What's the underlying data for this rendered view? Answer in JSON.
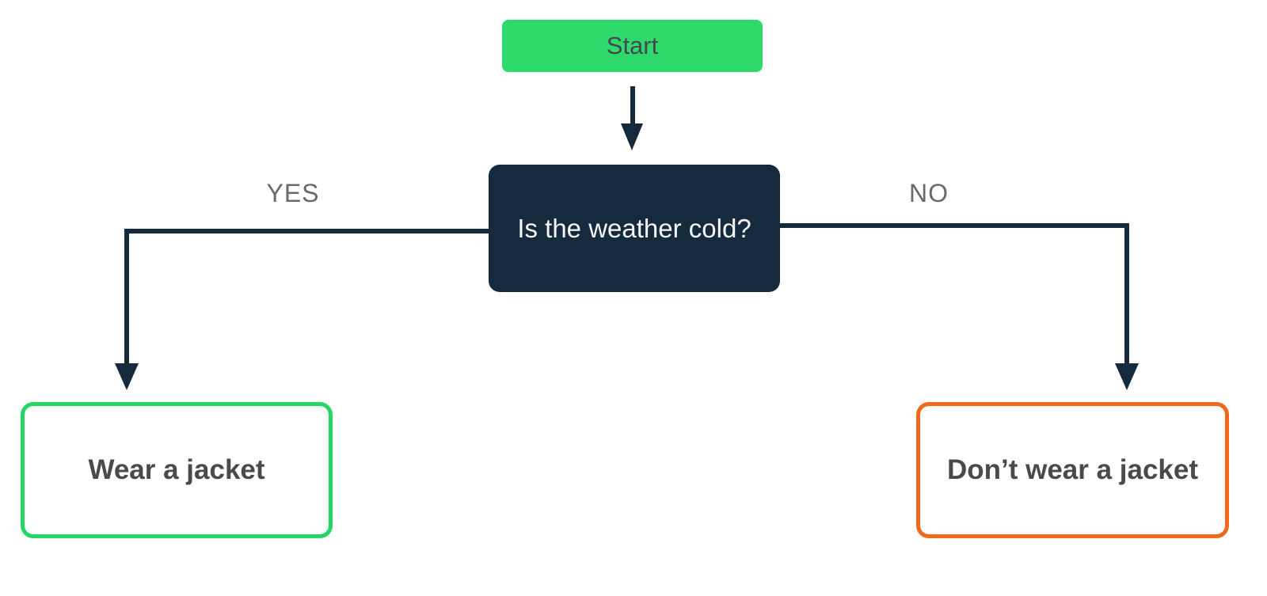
{
  "colors": {
    "background": "#ffffff",
    "green": "#2eda6b",
    "green-border": "#24d765",
    "navy": "#152a3d",
    "orange": "#f2681c",
    "label-gray": "#6a6a6a",
    "result-text": "#4a4a4a",
    "start-text": "#474751",
    "decision-text": "#f4f6f7"
  },
  "nodes": {
    "start": {
      "label": "Start",
      "kind": "start"
    },
    "decision": {
      "label": "Is the weather cold?",
      "kind": "decision"
    },
    "yes_result": {
      "label": "Wear a jacket",
      "kind": "outcome"
    },
    "no_result": {
      "label": "Don’t wear a jacket",
      "kind": "outcome"
    }
  },
  "edges": {
    "start_to_decision": {
      "label": ""
    },
    "yes": {
      "label": "YES"
    },
    "no": {
      "label": "NO"
    }
  }
}
